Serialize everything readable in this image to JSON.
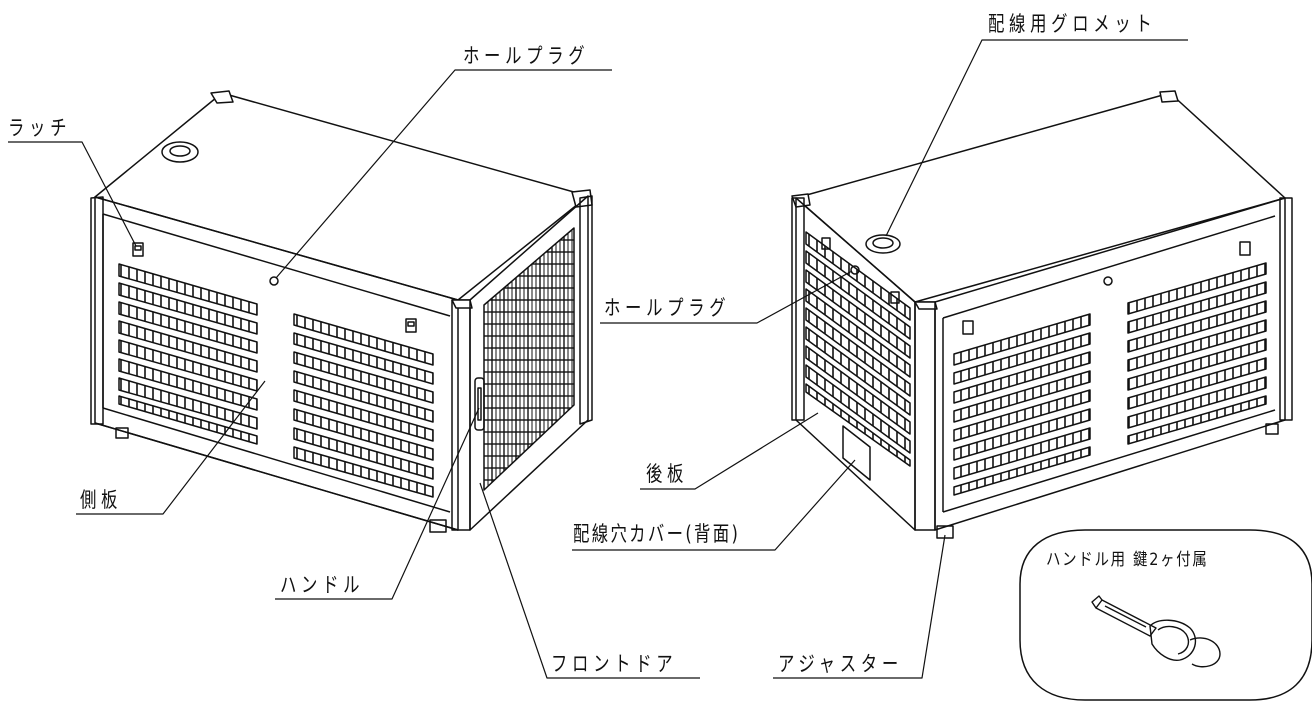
{
  "labels": {
    "hole_plug_left": "ホールプラグ",
    "latch": "ラッチ",
    "side_panel": "側板",
    "handle": "ハンドル",
    "front_door": "フロントドア",
    "grommet": "配線用グロメット",
    "hole_plug_right": "ホールプラグ",
    "back_panel": "後板",
    "wiring_cover": "配線穴カバー(背面)",
    "adjuster": "アジャスター",
    "key_note": "ハンドル用 鍵2ヶ付属"
  },
  "colors": {
    "line": "#111111",
    "background": "#ffffff"
  }
}
